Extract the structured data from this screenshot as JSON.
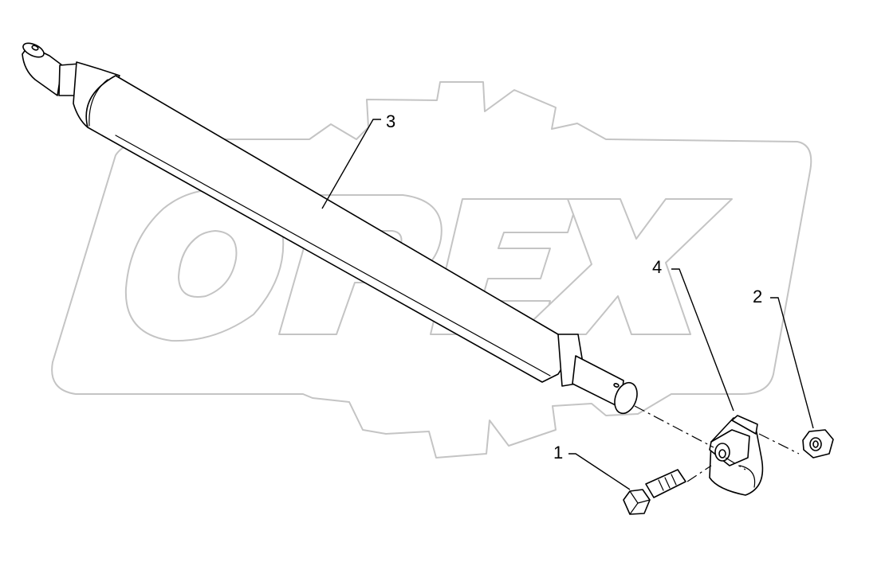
{
  "watermark": {
    "brand_text": "OPEX"
  },
  "parts": [
    {
      "number": "1",
      "icon": "hex-bolt"
    },
    {
      "number": "2",
      "icon": "hex-nut"
    },
    {
      "number": "3",
      "icon": "shaft"
    },
    {
      "number": "4",
      "icon": "clamp"
    }
  ],
  "colors": {
    "line": "#000000",
    "watermark_stroke": "#c4c4c4",
    "background": "#ffffff"
  }
}
